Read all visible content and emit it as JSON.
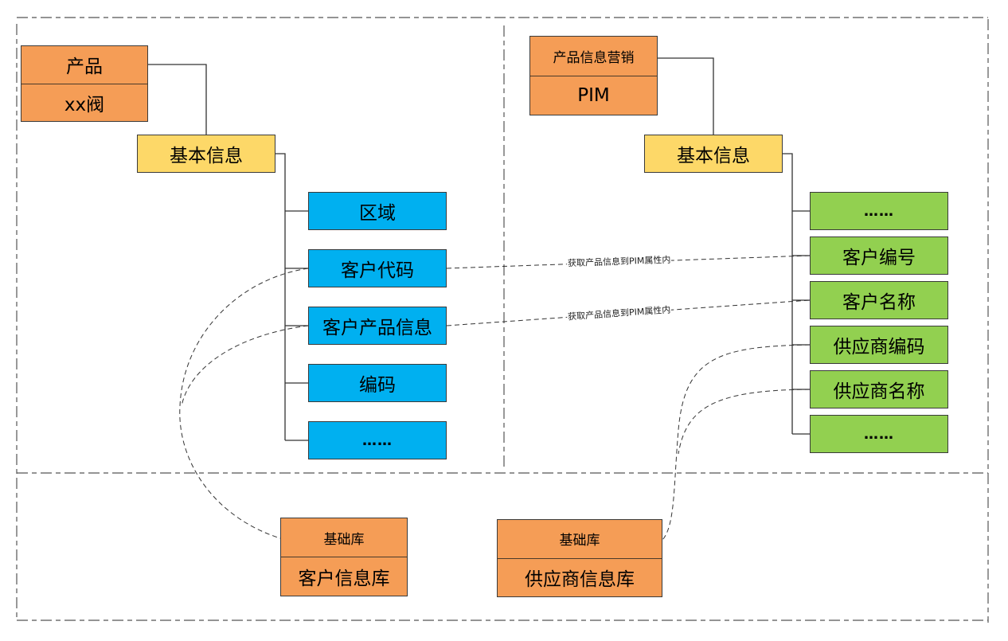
{
  "left_panel": {
    "product_box": {
      "title": "产品",
      "value": "xx阀"
    },
    "basic_info": "基本信息",
    "fields": [
      "区域",
      "客户代码",
      "客户产品信息",
      "编码",
      "……"
    ]
  },
  "right_panel": {
    "pim_box": {
      "title": "产品信息营销",
      "value": "PIM"
    },
    "basic_info": "基本信息",
    "fields": [
      "……",
      "客户编号",
      "客户名称",
      "供应商编码",
      "供应商名称",
      "……"
    ]
  },
  "links": [
    {
      "from": "客户代码",
      "to": "客户编号",
      "label": "获取产品信息到PIM属性内"
    },
    {
      "from": "客户产品信息",
      "to": "客户名称",
      "label": "获取产品信息到PIM属性内"
    }
  ],
  "bottom_panel": {
    "customer_db": {
      "title": "基础库",
      "value": "客户信息库"
    },
    "supplier_db": {
      "title": "基础库",
      "value": "供应商信息库"
    }
  },
  "colors": {
    "orange": "#F59D56",
    "yellow": "#FDD868",
    "blue": "#00B0F0",
    "green": "#92D050"
  }
}
